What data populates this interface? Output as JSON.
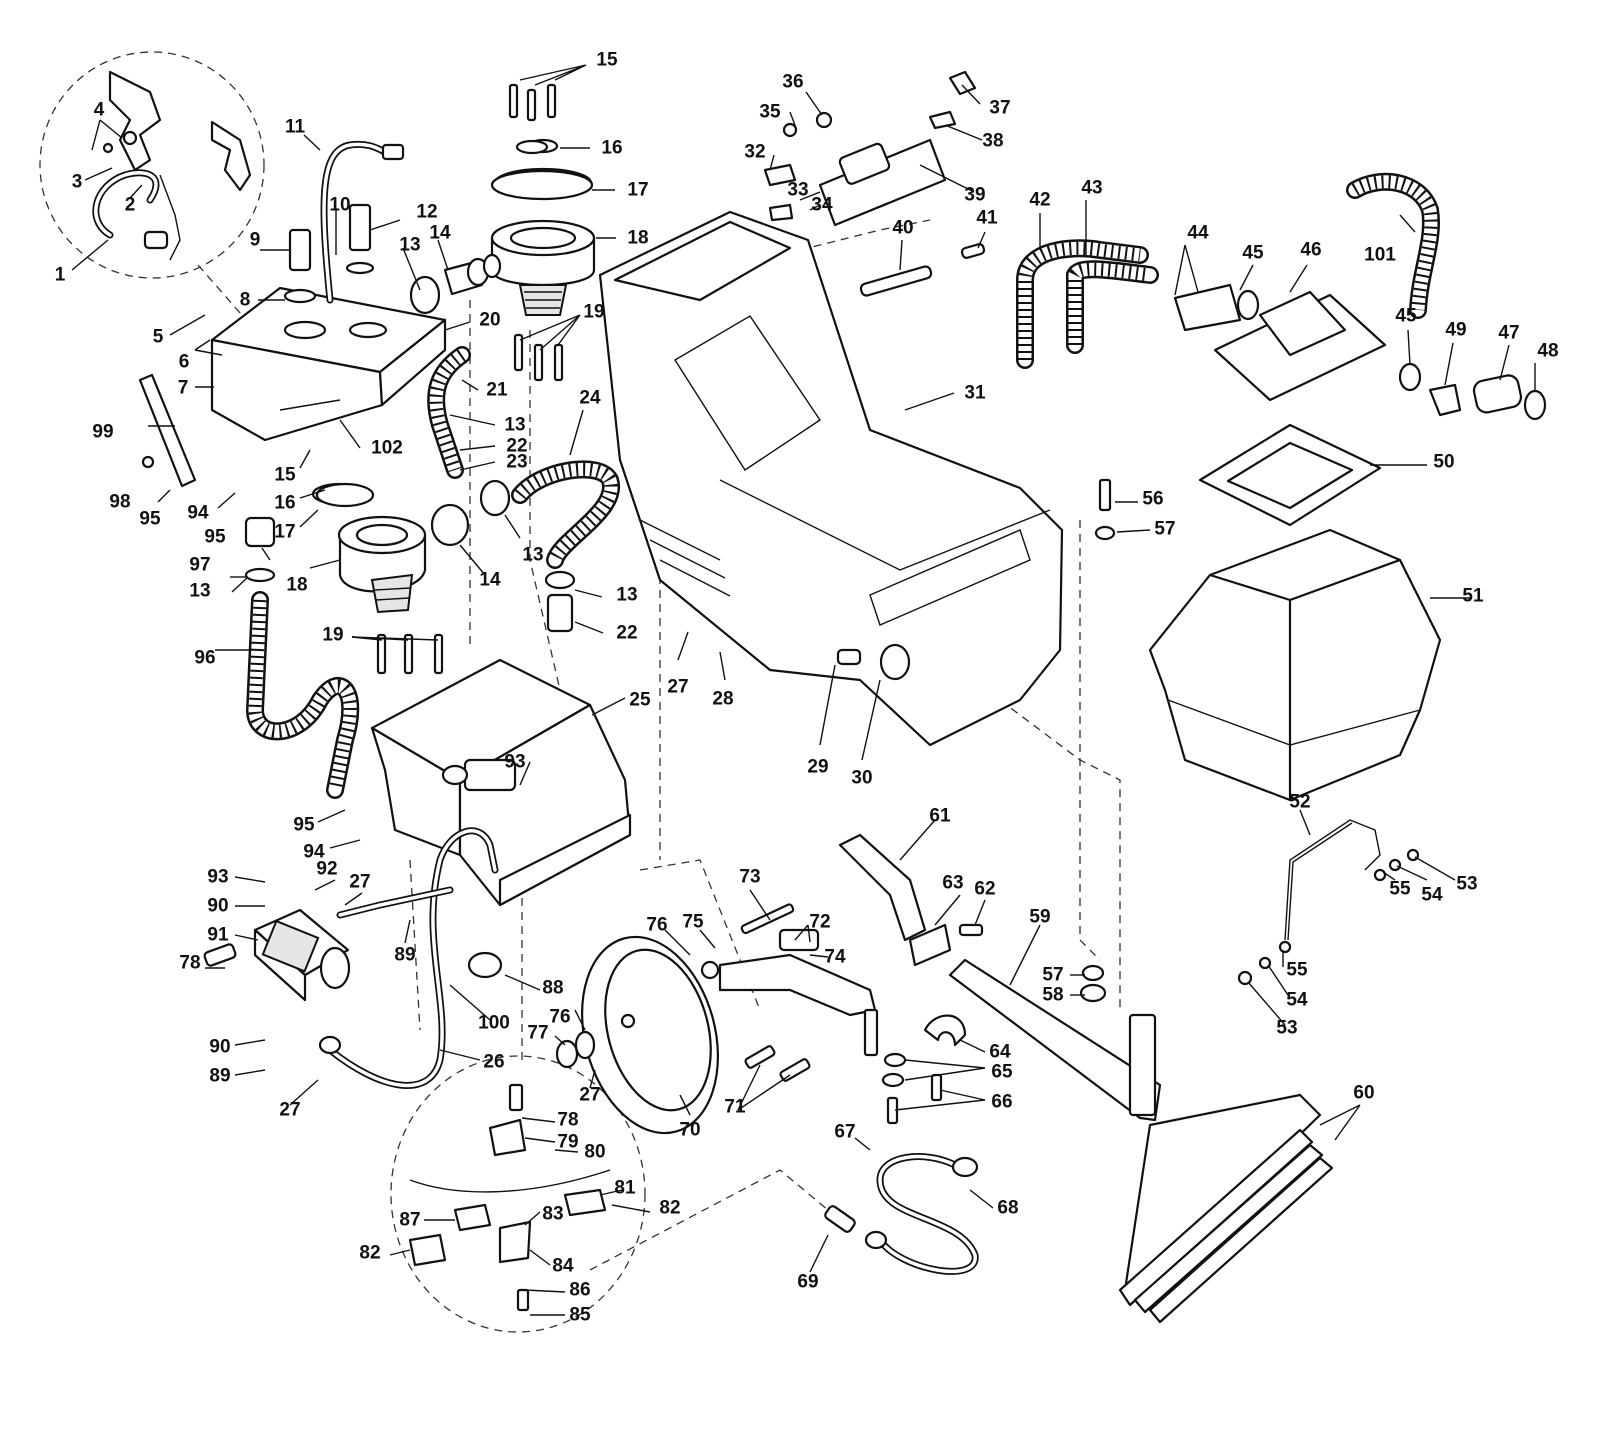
{
  "callouts": [
    {
      "id": "c1",
      "text": "1"
    },
    {
      "id": "c2",
      "text": "2"
    },
    {
      "id": "c3",
      "text": "3"
    },
    {
      "id": "c4",
      "text": "4"
    },
    {
      "id": "c5",
      "text": "5"
    },
    {
      "id": "c6",
      "text": "6"
    },
    {
      "id": "c7",
      "text": "7"
    },
    {
      "id": "c8",
      "text": "8"
    },
    {
      "id": "c9",
      "text": "9"
    },
    {
      "id": "c10",
      "text": "10"
    },
    {
      "id": "c11",
      "text": "11"
    },
    {
      "id": "c12",
      "text": "12"
    },
    {
      "id": "c13a",
      "text": "13"
    },
    {
      "id": "c14a",
      "text": "14"
    },
    {
      "id": "c15a",
      "text": "15"
    },
    {
      "id": "c16a",
      "text": "16"
    },
    {
      "id": "c17a",
      "text": "17"
    },
    {
      "id": "c18a",
      "text": "18"
    },
    {
      "id": "c19a",
      "text": "19"
    },
    {
      "id": "c20",
      "text": "20"
    },
    {
      "id": "c21",
      "text": "21"
    },
    {
      "id": "c13b",
      "text": "13"
    },
    {
      "id": "c22a",
      "text": "22"
    },
    {
      "id": "c23",
      "text": "23"
    },
    {
      "id": "c24",
      "text": "24"
    },
    {
      "id": "c102",
      "text": "102"
    },
    {
      "id": "c99",
      "text": "99"
    },
    {
      "id": "c15b",
      "text": "15"
    },
    {
      "id": "c16b",
      "text": "16"
    },
    {
      "id": "c17b",
      "text": "17"
    },
    {
      "id": "c98",
      "text": "98"
    },
    {
      "id": "c95a",
      "text": "95"
    },
    {
      "id": "c94a",
      "text": "94"
    },
    {
      "id": "c95b",
      "text": "95"
    },
    {
      "id": "c97",
      "text": "97"
    },
    {
      "id": "c13c",
      "text": "13"
    },
    {
      "id": "c18b",
      "text": "18"
    },
    {
      "id": "c14b",
      "text": "14"
    },
    {
      "id": "c13d",
      "text": "13"
    },
    {
      "id": "c13e",
      "text": "13"
    },
    {
      "id": "c22b",
      "text": "22"
    },
    {
      "id": "c96",
      "text": "96"
    },
    {
      "id": "c19b",
      "text": "19"
    },
    {
      "id": "c27a",
      "text": "27"
    },
    {
      "id": "c28",
      "text": "28"
    },
    {
      "id": "c25",
      "text": "25"
    },
    {
      "id": "c93a",
      "text": "93"
    },
    {
      "id": "c29",
      "text": "29"
    },
    {
      "id": "c30",
      "text": "30"
    },
    {
      "id": "c31",
      "text": "31"
    },
    {
      "id": "c32",
      "text": "32"
    },
    {
      "id": "c33",
      "text": "33"
    },
    {
      "id": "c34",
      "text": "34"
    },
    {
      "id": "c35",
      "text": "35"
    },
    {
      "id": "c36",
      "text": "36"
    },
    {
      "id": "c37",
      "text": "37"
    },
    {
      "id": "c38",
      "text": "38"
    },
    {
      "id": "c39",
      "text": "39"
    },
    {
      "id": "c40",
      "text": "40"
    },
    {
      "id": "c41",
      "text": "41"
    },
    {
      "id": "c42",
      "text": "42"
    },
    {
      "id": "c43",
      "text": "43"
    },
    {
      "id": "c44",
      "text": "44"
    },
    {
      "id": "c45a",
      "text": "45"
    },
    {
      "id": "c46",
      "text": "46"
    },
    {
      "id": "c101",
      "text": "101"
    },
    {
      "id": "c45b",
      "text": "45"
    },
    {
      "id": "c49",
      "text": "49"
    },
    {
      "id": "c47",
      "text": "47"
    },
    {
      "id": "c48",
      "text": "48"
    },
    {
      "id": "c50",
      "text": "50"
    },
    {
      "id": "c56",
      "text": "56"
    },
    {
      "id": "c57a",
      "text": "57"
    },
    {
      "id": "c51",
      "text": "51"
    },
    {
      "id": "c95c",
      "text": "95"
    },
    {
      "id": "c94b",
      "text": "94"
    },
    {
      "id": "c93b",
      "text": "93"
    },
    {
      "id": "c90a",
      "text": "90"
    },
    {
      "id": "c92",
      "text": "92"
    },
    {
      "id": "c27b",
      "text": "27"
    },
    {
      "id": "c91",
      "text": "91"
    },
    {
      "id": "c89a",
      "text": "89"
    },
    {
      "id": "c78a",
      "text": "78"
    },
    {
      "id": "c100",
      "text": "100"
    },
    {
      "id": "c88",
      "text": "88"
    },
    {
      "id": "c90b",
      "text": "90"
    },
    {
      "id": "c89b",
      "text": "89"
    },
    {
      "id": "c26",
      "text": "26"
    },
    {
      "id": "c27c",
      "text": "27"
    },
    {
      "id": "c77",
      "text": "77"
    },
    {
      "id": "c76a",
      "text": "76"
    },
    {
      "id": "c27d",
      "text": "27"
    },
    {
      "id": "c78b",
      "text": "78"
    },
    {
      "id": "c79",
      "text": "79"
    },
    {
      "id": "c80",
      "text": "80"
    },
    {
      "id": "c81",
      "text": "81"
    },
    {
      "id": "c82a",
      "text": "82"
    },
    {
      "id": "c83",
      "text": "83"
    },
    {
      "id": "c87",
      "text": "87"
    },
    {
      "id": "c82b",
      "text": "82"
    },
    {
      "id": "c84",
      "text": "84"
    },
    {
      "id": "c86",
      "text": "86"
    },
    {
      "id": "c85",
      "text": "85"
    },
    {
      "id": "c73",
      "text": "73"
    },
    {
      "id": "c76b",
      "text": "76"
    },
    {
      "id": "c75",
      "text": "75"
    },
    {
      "id": "c72",
      "text": "72"
    },
    {
      "id": "c74",
      "text": "74"
    },
    {
      "id": "c70",
      "text": "70"
    },
    {
      "id": "c71",
      "text": "71"
    },
    {
      "id": "c61",
      "text": "61"
    },
    {
      "id": "c63",
      "text": "63"
    },
    {
      "id": "c62",
      "text": "62"
    },
    {
      "id": "c59",
      "text": "59"
    },
    {
      "id": "c57b",
      "text": "57"
    },
    {
      "id": "c58",
      "text": "58"
    },
    {
      "id": "c64",
      "text": "64"
    },
    {
      "id": "c65",
      "text": "65"
    },
    {
      "id": "c66",
      "text": "66"
    },
    {
      "id": "c67",
      "text": "67"
    },
    {
      "id": "c68",
      "text": "68"
    },
    {
      "id": "c69",
      "text": "69"
    },
    {
      "id": "c60",
      "text": "60"
    },
    {
      "id": "c52",
      "text": "52"
    },
    {
      "id": "c55a",
      "text": "55"
    },
    {
      "id": "c54a",
      "text": "54"
    },
    {
      "id": "c53a",
      "text": "53"
    },
    {
      "id": "c55b",
      "text": "55"
    },
    {
      "id": "c54b",
      "text": "54"
    },
    {
      "id": "c53b",
      "text": "53"
    }
  ]
}
